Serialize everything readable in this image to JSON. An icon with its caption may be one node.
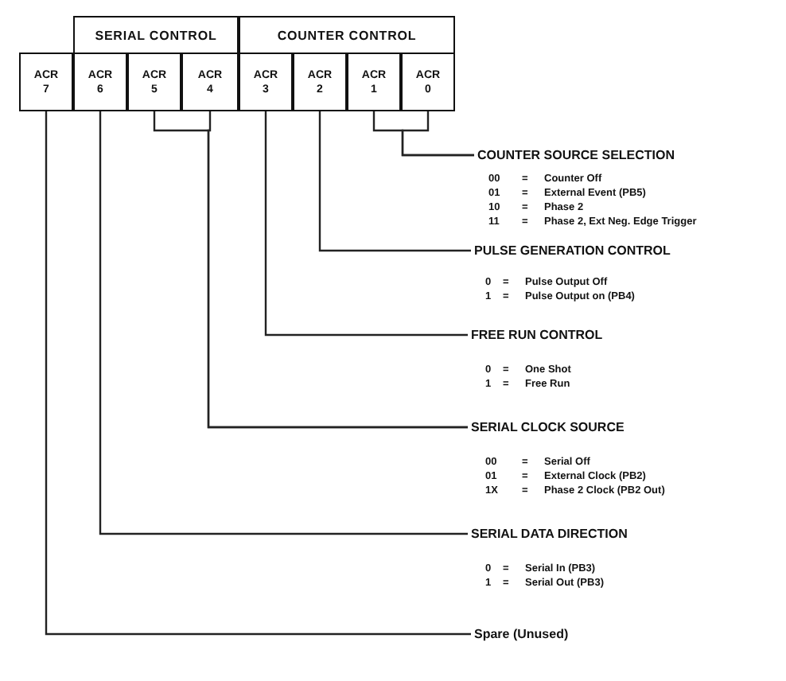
{
  "diagram": {
    "nodes": [
      {
        "text": [
          "SERIAL CONTROL"
        ]
      },
      {
        "text": [
          "COUNTER CONTROL"
        ]
      },
      {
        "text": [
          "ACR 7"
        ]
      },
      {
        "text": [
          "ACR 6"
        ]
      },
      {
        "text": [
          "ACR 5"
        ]
      },
      {
        "text": [
          "ACR 4"
        ]
      },
      {
        "text": [
          "ACR 3"
        ]
      },
      {
        "text": [
          "ACR 2"
        ]
      },
      {
        "text": [
          "ACR 1"
        ]
      },
      {
        "text": [
          "ACR 0"
        ]
      },
      {
        "text": [
          "COUNTER SOURCE SELECTION"
        ]
      },
      {
        "text": [
          "PULSE GENERATION CONTROL"
        ]
      },
      {
        "text": [
          "FREE RUN CONTROL"
        ]
      },
      {
        "text": [
          "SERIAL CLOCK SOURCE"
        ]
      },
      {
        "text": [
          "SERIAL DATA DIRECTION"
        ]
      },
      {
        "text": [
          "Spare (Unused)"
        ]
      }
    ],
    "edges": [
      {
        "from": 2,
        "to": 15,
        "arrow": "none"
      },
      {
        "from": 3,
        "to": 14,
        "arrow": "none"
      },
      {
        "from": 4,
        "to": 13,
        "arrow": "none"
      },
      {
        "from": 5,
        "to": 13,
        "arrow": "none"
      },
      {
        "from": 6,
        "to": 12,
        "arrow": "none"
      },
      {
        "from": 7,
        "to": 11,
        "arrow": "none"
      },
      {
        "from": 8,
        "to": 10,
        "arrow": "none"
      },
      {
        "from": 9,
        "to": 10,
        "arrow": "none"
      }
    ],
    "labels": [
      "00",
      "=",
      "Counter Off",
      "01",
      "=",
      "External Event (PB5)",
      "10",
      "=",
      "Phase 2",
      "11",
      "=",
      "Phase 2, Ext Neg. Edge Trigger",
      "0",
      "=",
      "Pulse Output Off",
      "1",
      "=",
      "Pulse Output on (PB4)",
      "0",
      "=",
      "One Shot",
      "1",
      "=",
      "Free Run",
      "00",
      "=",
      "Serial Off",
      "01",
      "=",
      "External Clock (PB2)",
      "1X",
      "=",
      "Phase 2 Clock (PB2 Out)",
      "0",
      "=",
      "Serial In (PB3)",
      "1",
      "=",
      "Serial Out (PB3)"
    ]
  }
}
